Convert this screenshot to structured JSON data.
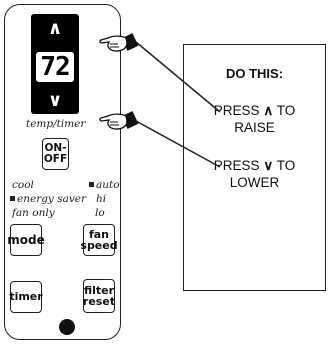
{
  "remote": {
    "display": {
      "up_glyph": "∧",
      "down_glyph": "∨",
      "temperature": "72"
    },
    "temp_timer_caption": "temp/timer",
    "on_off_label": "ON-\nOFF",
    "mode_options": {
      "cool": "cool",
      "energy_saver": "energy saver",
      "fan_only": "fan only"
    },
    "fan_options": {
      "auto": "auto",
      "hi": "hi",
      "lo": "lo"
    },
    "mode_label": "mode",
    "fan_speed_label": "fan\nspeed",
    "timer_label": "timer",
    "filter_reset_label": "filter\nreset"
  },
  "callout": {
    "title": "DO THIS:",
    "raise_line1": "PRESS",
    "raise_symbol": "∧",
    "raise_line1_end": "TO",
    "raise_line2": "RAISE",
    "lower_line1": "PRESS",
    "lower_symbol": "∨",
    "lower_line1_end": "TO",
    "lower_line2": "LOWER"
  }
}
